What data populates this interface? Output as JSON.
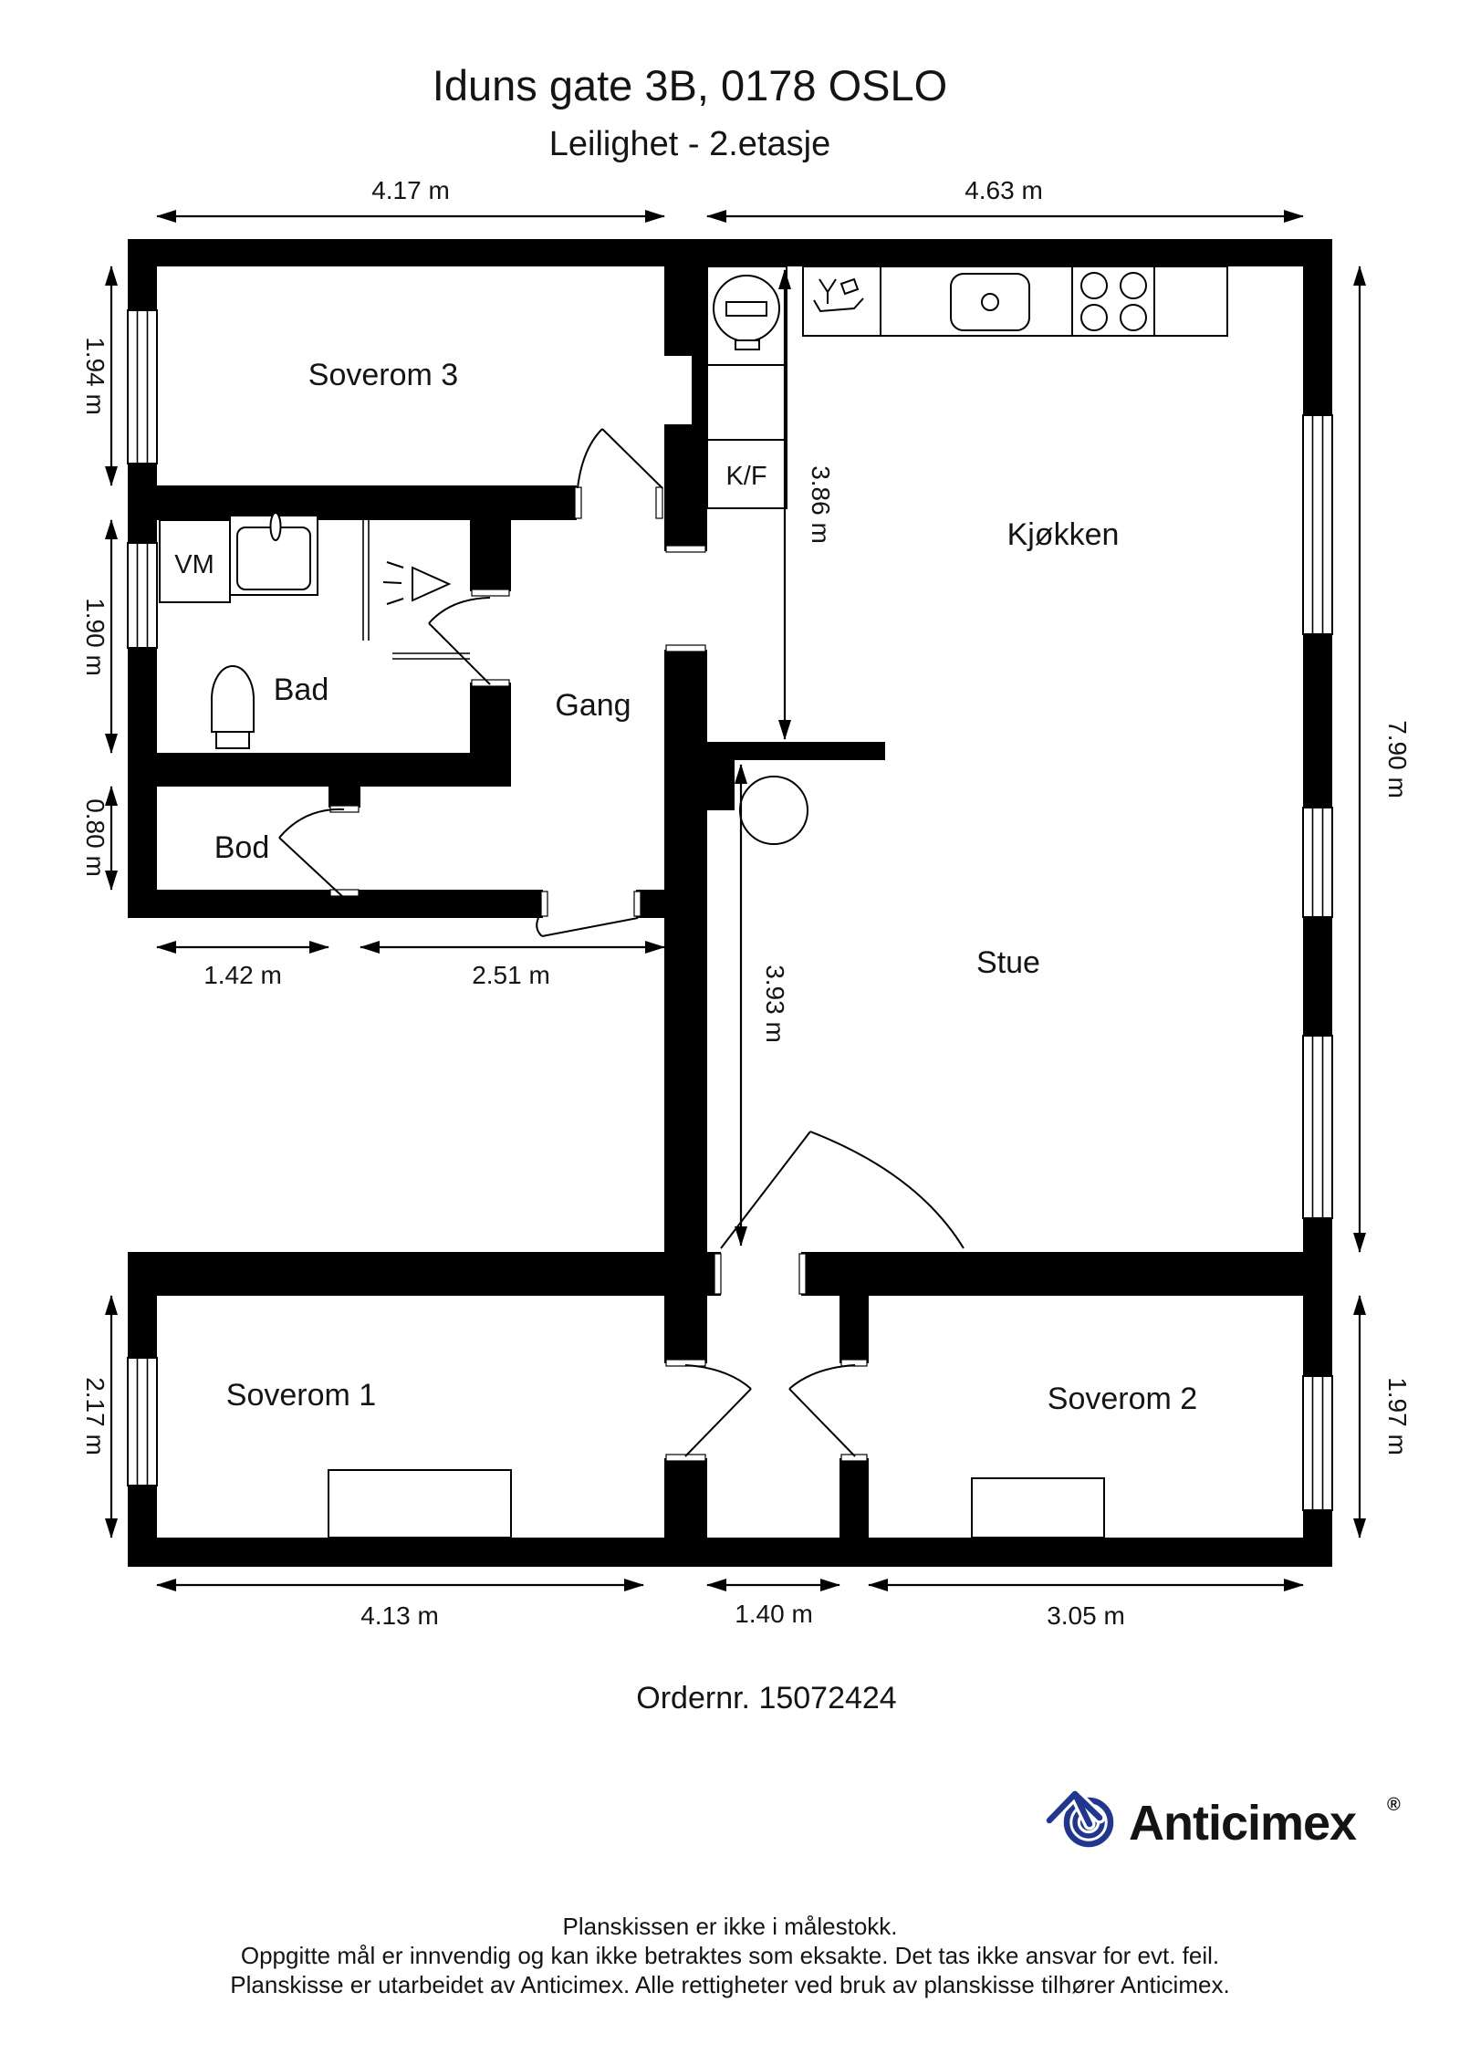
{
  "header": {
    "title": "Iduns gate 3B, 0178 OSLO",
    "subtitle": "Leilighet  - 2.etasje"
  },
  "rooms": {
    "soverom3": "Soverom 3",
    "kjokken": "Kjøkken",
    "bad": "Bad",
    "gang": "Gang",
    "bod": "Bod",
    "stue": "Stue",
    "soverom1": "Soverom 1",
    "soverom2": "Soverom 2"
  },
  "fixtures": {
    "washing_machine": "VM",
    "fridge_freezer": "K/F"
  },
  "dims": {
    "sov3_w": "4.17 m",
    "kjokken_w": "4.63 m",
    "sov3_h": "1.94 m",
    "bad_h": "1.90 m",
    "bod_h": "0.80 m",
    "sov1_h": "2.17 m",
    "right_h": "7.90 m",
    "sov2_h": "1.97 m",
    "kjokken_d": "3.86 m",
    "stue_d": "3.93 m",
    "bod_w": "1.42 m",
    "gang_w": "2.51 m",
    "sov1_w": "4.13 m",
    "hall_w": "1.40 m",
    "sov2_w": "3.05 m"
  },
  "order": {
    "label": "Ordernr. 15072424"
  },
  "brand": {
    "name": "Anticimex",
    "registered": "®",
    "color": "#20368f"
  },
  "footer": {
    "line1": "Planskissen er ikke i målestokk.",
    "line2": "Oppgitte mål er innvendig og kan ikke betraktes som eksakte. Det tas ikke ansvar for evt. feil.",
    "line3": "Planskisse er utarbeidet av Anticimex. Alle rettigheter ved bruk av planskisse tilhører Anticimex."
  }
}
